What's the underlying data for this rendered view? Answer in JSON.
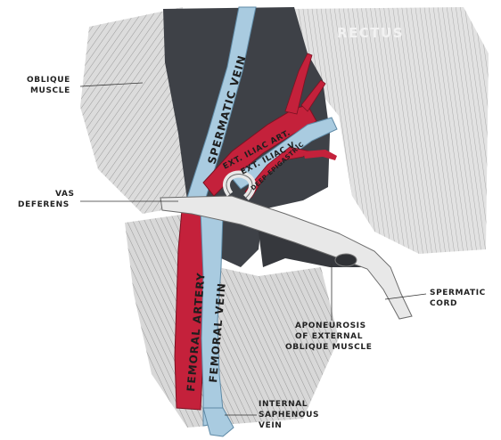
{
  "labels": {
    "rectus": "RECTUS",
    "oblique_1": "OBLIQUE",
    "oblique_2": "MUSCLE",
    "vas_1": "VAS",
    "vas_2": "DEFERENS",
    "spermatic_vein": "SPERMATIC VEIN",
    "ext_iliac_art": "EXT. ILIAC ART.",
    "ext_iliac_v": "EXT. ILIAC V.",
    "deep_epigastric": "DEEP EPIGASTRIC",
    "femoral_artery": "FEMORAL ARTERY",
    "femoral_vein": "FEMORAL VEIN",
    "spermatic_cord_1": "SPERMATIC",
    "spermatic_cord_2": "CORD",
    "aponeurosis_1": "APONEUROSIS",
    "aponeurosis_2": "OF EXTERNAL",
    "aponeurosis_3": "OBLIQUE MUSCLE",
    "saphenous_1": "INTERNAL",
    "saphenous_2": "SAPHENOUS",
    "saphenous_3": "VEIN"
  },
  "colors": {
    "artery": "#c4213b",
    "vein": "#a9cbe0",
    "deep_region": "#3e4147",
    "muscle": "#cfcfcf",
    "cord": "#e6e6e6"
  }
}
